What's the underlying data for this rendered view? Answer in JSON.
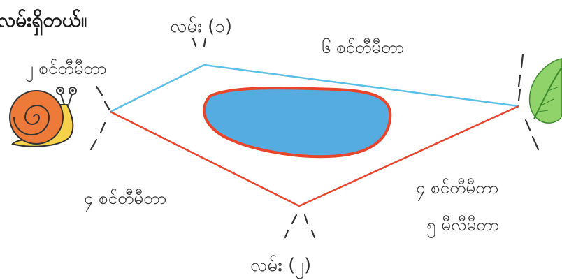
{
  "heading": "လမ်းရှိတယ်။",
  "routes": {
    "upper": {
      "color": "#5bc0e8",
      "path_label": "လမ်း (၁)",
      "left_segment_label": "၂ စင်တီမီတာ",
      "right_segment_label": "၆ စင်တီမီတာ"
    },
    "lower": {
      "color": "#e8452c",
      "path_label": "လမ်း (၂)",
      "left_segment_label": "၄ စင်တီမီတာ",
      "right_segment_label_line1": "၄ စင်တီမီတာ",
      "right_segment_label_line2": "၅ မီလီမီတာ"
    }
  },
  "pond": {
    "fill": "#55ace0",
    "border": "#e8452c"
  },
  "icons": {
    "start": "snail-icon",
    "end": "leaf-icon"
  }
}
